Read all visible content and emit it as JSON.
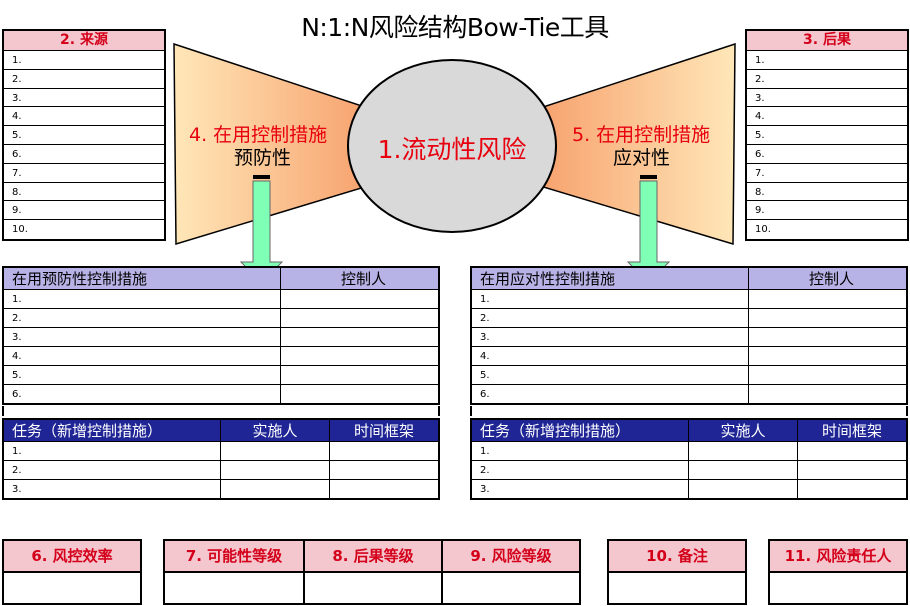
{
  "title": "N:1:N风险结构Bow-Tie工具",
  "risk": {
    "label": "1.流动性风险"
  },
  "left_wing": {
    "label": "4. 在用控制措施",
    "sub": "预防性"
  },
  "right_wing": {
    "label": "5. 在用控制措施",
    "sub": "应对性"
  },
  "sources": {
    "header": "2. 来源",
    "items": [
      "1.",
      "2.",
      "3.",
      "4.",
      "5.",
      "6.",
      "7.",
      "8.",
      "9.",
      "10."
    ]
  },
  "consequences": {
    "header": "3. 后果",
    "items": [
      "1.",
      "2.",
      "3.",
      "4.",
      "5.",
      "6.",
      "7.",
      "8.",
      "9.",
      "10."
    ]
  },
  "preventive_table": {
    "col1": "在用预防性控制措施",
    "col2": "控制人",
    "rows": [
      "1.",
      "2.",
      "3.",
      "4.",
      "5.",
      "6."
    ]
  },
  "reactive_table": {
    "col1": "在用应对性控制措施",
    "col2": "控制人",
    "rows": [
      "1.",
      "2.",
      "3.",
      "4.",
      "5.",
      "6."
    ]
  },
  "left_tasks": {
    "col1": "任务（新增控制措施）",
    "col2": "实施人",
    "col3": "时间框架",
    "rows": [
      "1.",
      "2.",
      "3."
    ]
  },
  "right_tasks": {
    "col1": "任务（新增控制措施）",
    "col2": "实施人",
    "col3": "时间框架",
    "rows": [
      "1.",
      "2.",
      "3."
    ]
  },
  "ratings": {
    "efficiency": "6. 风控效率",
    "likelihood": "7. 可能性等级",
    "consequence": "8. 后果等级",
    "risk_level": "9. 风险等级",
    "notes": "10. 备注",
    "owner": "11. 风险责任人"
  },
  "colors": {
    "header_pink": "#f4c7cf",
    "header_red": "#d4001a",
    "table_lavender": "#b7b3e6",
    "task_navy": "#1f2594",
    "arrow_green": "#7fffb5"
  }
}
